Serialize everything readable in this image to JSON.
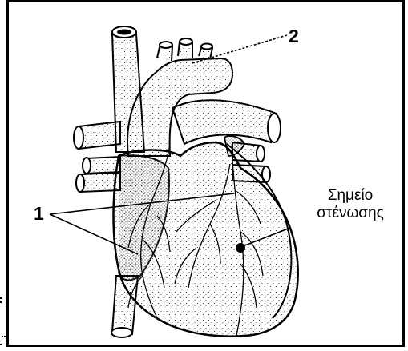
{
  "labels": {
    "coronary_arteries_number": "1",
    "aorta_number": "2",
    "stenosis_line1": "Σημείο",
    "stenosis_line2": "στένωσης"
  },
  "colors": {
    "ink": "#000000",
    "paper": "#ffffff",
    "stipple": "#000000"
  }
}
